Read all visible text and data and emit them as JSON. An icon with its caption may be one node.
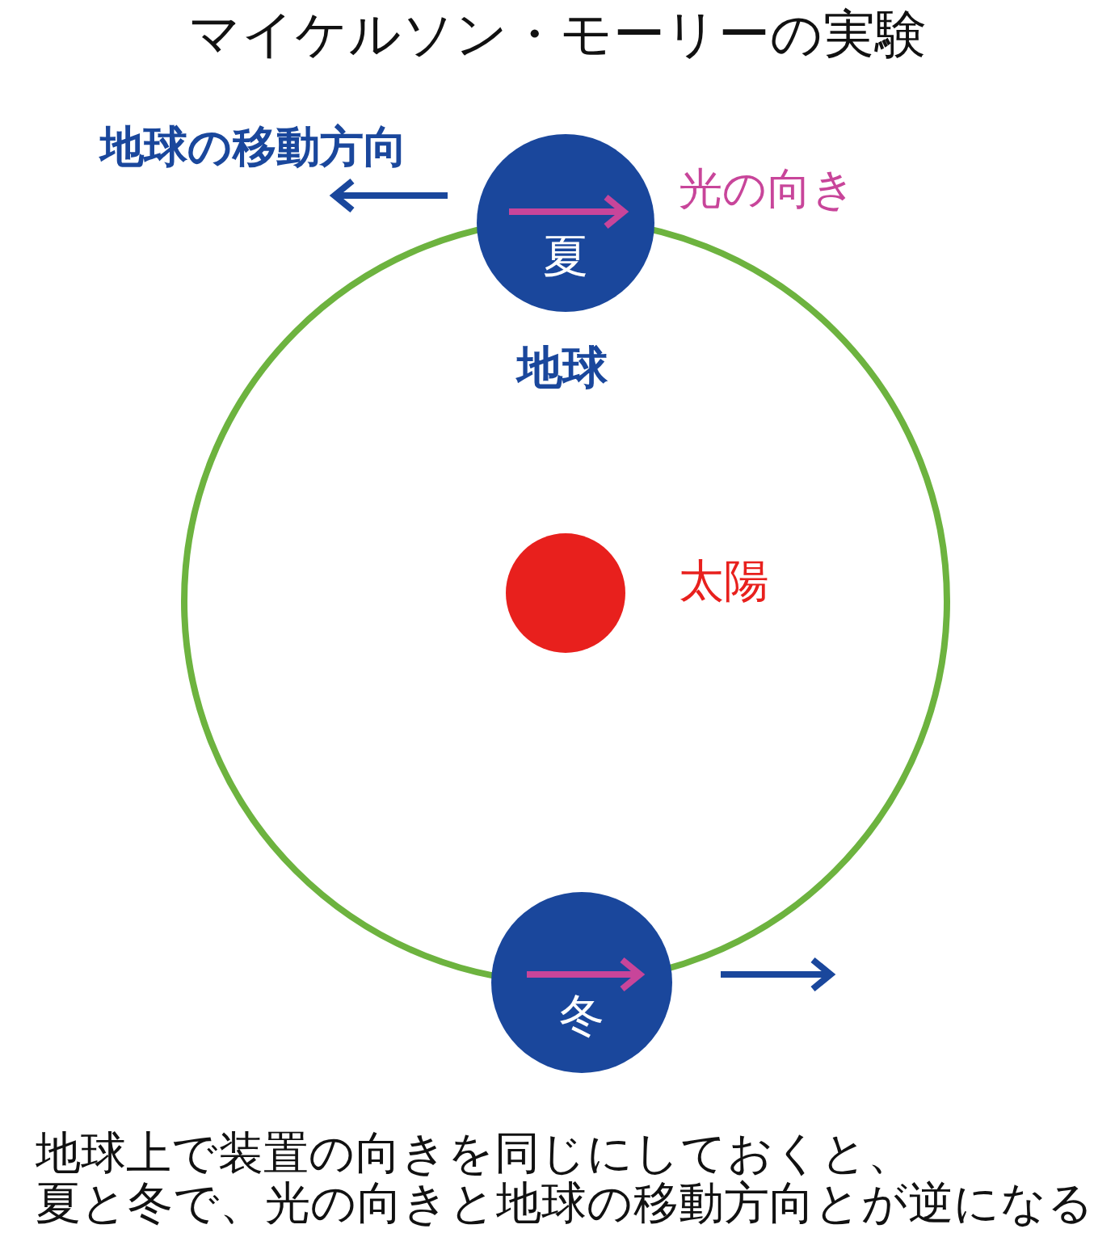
{
  "diagram": {
    "title": "マイケルソン・モーリーの実験",
    "nodes": [
      {
        "text": [
          "夏"
        ],
        "beside": [
          "地球"
        ]
      },
      {
        "text": [],
        "shape": "circle",
        "beside": [
          "太陽"
        ]
      },
      {
        "text": [
          "冬"
        ]
      }
    ],
    "labels": [
      "地球の移動方向",
      "光の向き"
    ],
    "caption": "地球上で装置の向きを同じにしておくと、夏と冬で、光の向きと地球の移動方向とが逆になる"
  }
}
